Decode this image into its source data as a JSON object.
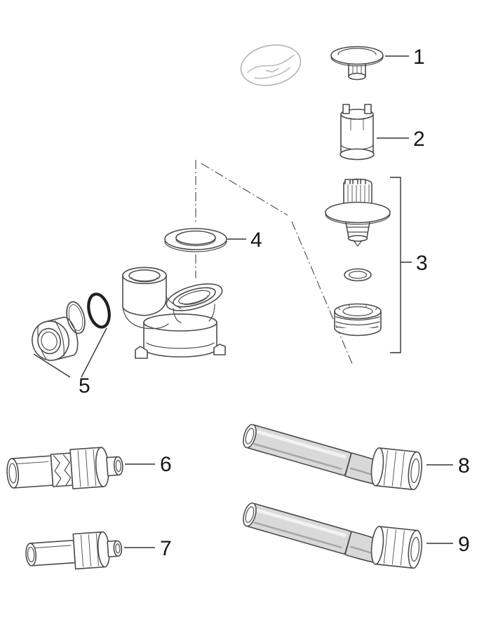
{
  "diagram": {
    "kind": "exploded-parts-diagram",
    "background_color": "#ffffff",
    "line_color": "#4c4c4c",
    "light_line_color": "#b8b8b8",
    "tube_fill_color": "#d9d9d9",
    "callouts": [
      {
        "number": "1"
      },
      {
        "number": "2"
      },
      {
        "number": "3"
      },
      {
        "number": "4"
      },
      {
        "number": "5"
      },
      {
        "number": "6"
      },
      {
        "number": "7"
      },
      {
        "number": "8"
      },
      {
        "number": "9"
      }
    ]
  }
}
